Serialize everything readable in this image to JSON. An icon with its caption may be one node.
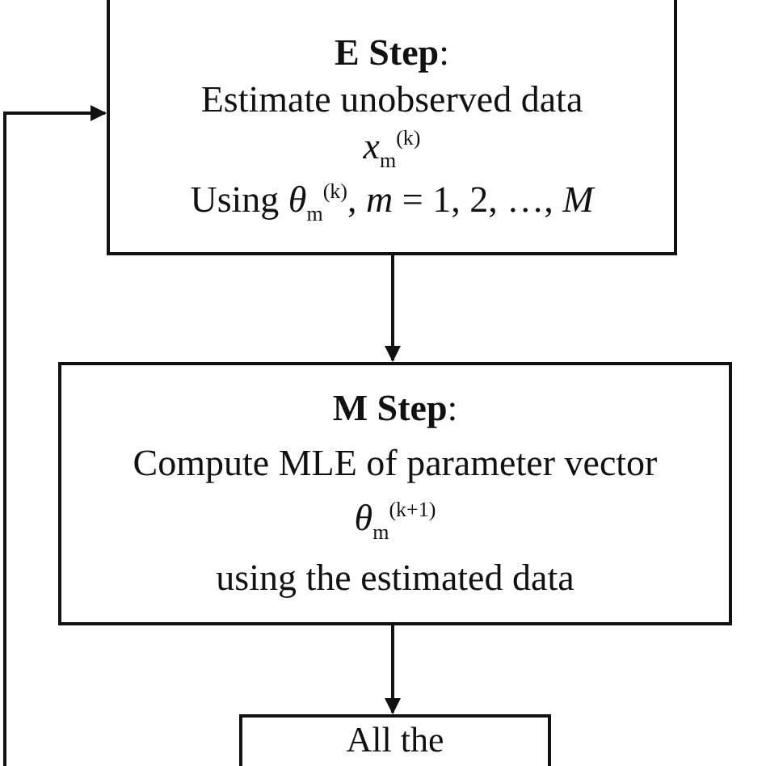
{
  "diagram": {
    "nodes": [
      {
        "text": [
          "**E Step**:",
          "Estimate unobserved data",
          "*x*$_{m}$$^{(k)}$",
          "Using *θ*$_{m}$$^{(k)}$,  *m* = 1, 2, …, *M*"
        ]
      },
      {
        "text": [
          "**M Step**:",
          "Compute MLE of parameter vector",
          "*θ*$_{m}$$^{(k+1)}$",
          "using the estimated data"
        ]
      },
      {
        "text": [
          "All the"
        ]
      }
    ],
    "edges": [
      {
        "from": 0,
        "to": 1,
        "arrow": "to"
      },
      {
        "from": 1,
        "to": 2,
        "arrow": "to"
      },
      {
        "from": null,
        "to": 0,
        "arrow": "to"
      }
    ]
  }
}
